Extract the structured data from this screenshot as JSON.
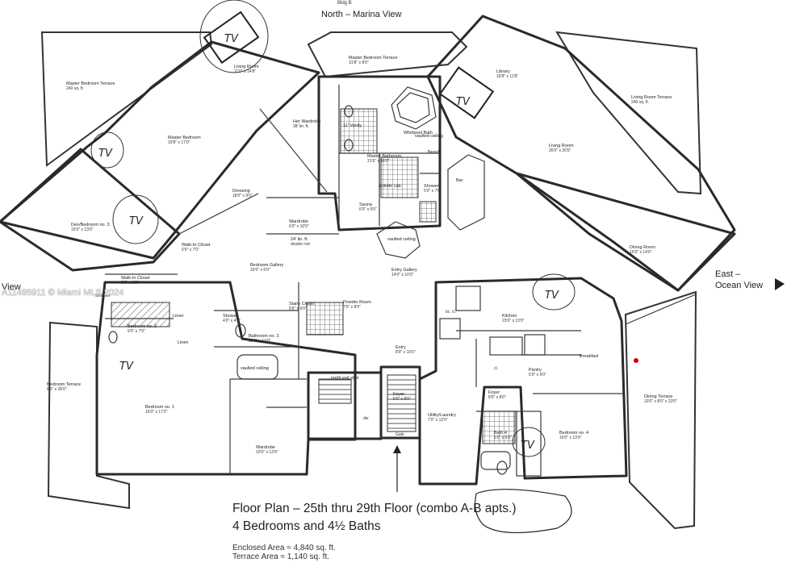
{
  "views": {
    "north": "North – Marina View",
    "east_line1": "East –",
    "east_line2": "Ocean View",
    "west": "View"
  },
  "building_tag": "Bldg B",
  "watermark": "A11495911 © Miami MLS 2024",
  "rooms": [
    {
      "id": "master-bedroom-terrace-west",
      "name": "Master Bedroom Terrace",
      "dim": "240 sq. ft."
    },
    {
      "id": "living-room-upper",
      "name": "Living Room",
      "dim": "11'0\" x 14'8\""
    },
    {
      "id": "master-bedroom-terrace-north",
      "name": "Master Bedroom Terrace",
      "dim": "31'8\" x 8'0\""
    },
    {
      "id": "library",
      "name": "Library",
      "dim": "16'8\" x 11'8\""
    },
    {
      "id": "living-room-terrace",
      "name": "Living Room Terrace",
      "dim": "240 sq. ft."
    },
    {
      "id": "her-wardrobe",
      "name": "Her Wardrobe",
      "dim": "38' lin. ft."
    },
    {
      "id": "vanity",
      "name": "11' Vanity",
      "dim": ""
    },
    {
      "id": "whirlpool-bath",
      "name": "Whirlpool Bath",
      "dim": ""
    },
    {
      "id": "master-bedroom",
      "name": "Master Bedroom",
      "dim": "19'8\" x 17'0\""
    },
    {
      "id": "master-bathroom",
      "name": "Master Bathroom",
      "dim": "21'6\" x 16'0\""
    },
    {
      "id": "vaulted-ceiling-bath",
      "name": "vaulted ceiling",
      "dim": ""
    },
    {
      "id": "bench",
      "name": "Bench",
      "dim": ""
    },
    {
      "id": "living-room",
      "name": "Living Room",
      "dim": "26'0\" x 20'6\""
    },
    {
      "id": "toilette-cab",
      "name": "toilette cab.",
      "dim": ""
    },
    {
      "id": "shower-master",
      "name": "Shower",
      "dim": "5'0\" x 7'6\""
    },
    {
      "id": "bar",
      "name": "Bar",
      "dim": ""
    },
    {
      "id": "dressing",
      "name": "Dressing",
      "dim": "18'0\" x 9'0\""
    },
    {
      "id": "sauna",
      "name": "Sauna",
      "dim": "6'0\" x 5'0\""
    },
    {
      "id": "den-bedroom-3",
      "name": "Den/Bedroom no. 3",
      "dim": "15'0\" x 13'0\""
    },
    {
      "id": "wardrobe-master",
      "name": "Wardrobe",
      "dim": "6'0\" x 10'0\""
    },
    {
      "id": "his-wardrobe",
      "name": "24' lin. ft.",
      "dim": "double rod"
    },
    {
      "id": "walk-in-closet-1",
      "name": "Walk-In Closet",
      "dim": "6'0\" x 7'0\""
    },
    {
      "id": "vaulted-ceiling-gallery",
      "name": "vaulted ceiling",
      "dim": ""
    },
    {
      "id": "dining-room",
      "name": "Dining Room",
      "dim": "15'0\" x 14'0\""
    },
    {
      "id": "bedroom-gallery",
      "name": "Bedroom Gallery",
      "dim": "33'0\" x 6'0\""
    },
    {
      "id": "entry-gallery",
      "name": "Entry Gallery",
      "dim": "14'0\" x 10'0\""
    },
    {
      "id": "walk-in-closet-2",
      "name": "Walk-In Closet",
      "dim": "8'0\" x 6'0\""
    },
    {
      "id": "shower-2",
      "name": "Shower",
      "dim": ""
    },
    {
      "id": "bedroom-2",
      "name": "Bedroom no. 2",
      "dim": "9'0\" x 7'0\""
    },
    {
      "id": "shower-3",
      "name": "Shower",
      "dim": "4'0\" x 4'0\""
    },
    {
      "id": "stairs-closet",
      "name": "Stairs Closet",
      "dim": "5'6\" x 6'0\""
    },
    {
      "id": "powder-room",
      "name": "Powder Room",
      "dim": "7'0\" x 8'0\""
    },
    {
      "id": "linen-1",
      "name": "Linen",
      "dim": ""
    },
    {
      "id": "linen-2",
      "name": "Linen",
      "dim": ""
    },
    {
      "id": "kitchen",
      "name": "Kitchen",
      "dim": "23'0\" x 13'0\""
    },
    {
      "id": "breakfast",
      "name": "Breakfast",
      "dim": ""
    },
    {
      "id": "bathroom-3",
      "name": "Bathroom no. 3",
      "dim": "13'0\" x 14'0\""
    },
    {
      "id": "entry",
      "name": "Entry",
      "dim": "8'0\" x 10'0\""
    },
    {
      "id": "pantry",
      "name": "Pantry",
      "dim": "5'0\" x 6'0\""
    },
    {
      "id": "bedroom-terrace",
      "name": "Bedroom Terrace",
      "dim": "8'0\" x 26'0\""
    },
    {
      "id": "vaulted-ceiling-bed",
      "name": "vaulted ceiling",
      "dim": ""
    },
    {
      "id": "north-exit-stair",
      "name": "north exit stair",
      "dim": ""
    },
    {
      "id": "foyer-1",
      "name": "Foyer",
      "dim": "6'0\" x 8'0\""
    },
    {
      "id": "foyer-2",
      "name": "Foyer",
      "dim": "8'0\" x 8'0\""
    },
    {
      "id": "bedroom-1",
      "name": "Bedroom no. 1",
      "dim": "16'0\" x 17'0\""
    },
    {
      "id": "dining-terrace",
      "name": "Dining Terrace",
      "dim": "10'0\" x 8'0\" x 23'0\""
    },
    {
      "id": "utility-laundry",
      "name": "Utility/Laundry",
      "dim": "7'0\" x 12'0\""
    },
    {
      "id": "bath-4",
      "name": "Bath 4",
      "dim": "5'0\" x 6'0\""
    },
    {
      "id": "bedroom-4",
      "name": "Bedroom no. 4",
      "dim": "16'0\" x 13'0\""
    },
    {
      "id": "wardrobe-bed1",
      "name": "Wardrobe",
      "dim": "10'0\" x 12'0\""
    }
  ],
  "small_labels": {
    "bc_cl": "bc. cl.",
    "cl": "cl.",
    "gate": "Gate",
    "dw": "dw"
  },
  "handwritten": {
    "tv": "TV"
  },
  "caption": {
    "line1": "Floor Plan – 25th thru 29th Floor (combo A-B apts.)",
    "line2": "4 Bedrooms and 4½ Baths"
  },
  "areas": {
    "enclosed": "Enclosed Area ≈ 4,840 sq. ft.",
    "terrace": "Terrace Area ≈ 1,140 sq. ft."
  },
  "colors": {
    "ink": "#2a2a2a",
    "marker": "#cc0000"
  }
}
